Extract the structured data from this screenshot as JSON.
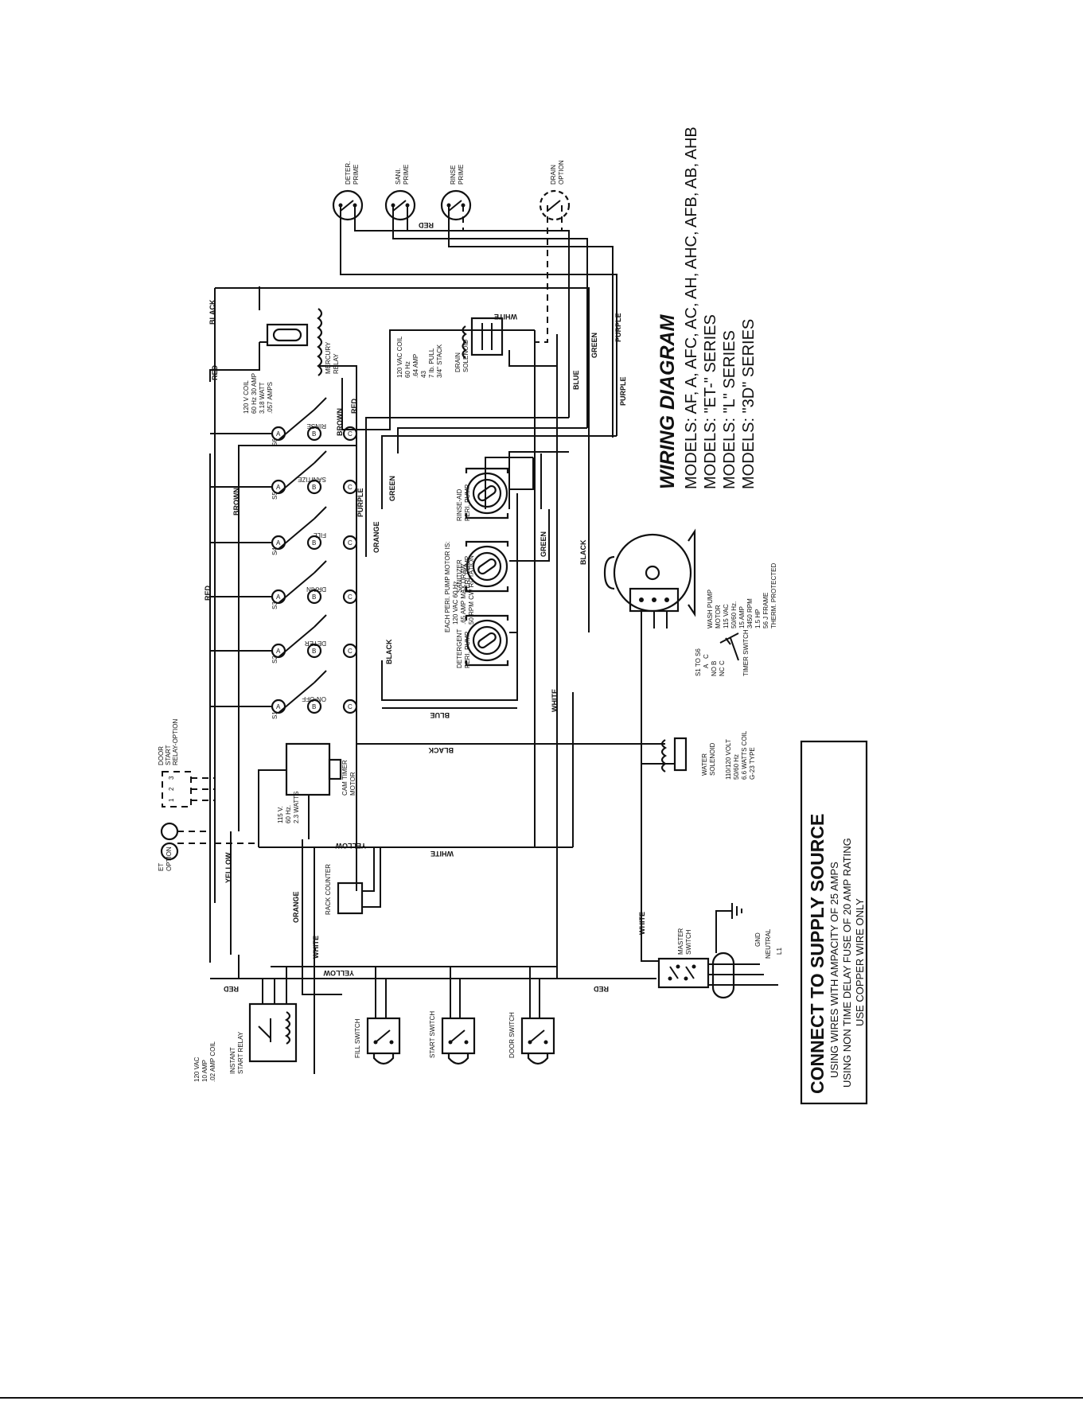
{
  "title": {
    "heading": "WIRING DIAGRAM",
    "models": [
      "MODELS: AF, A, AFC, AC, AH, AHC, AFB, AB, AHB",
      "MODELS: \"ET-\" SERIES",
      "MODELS: \"L\" SERIES",
      "MODELS: \"3D\" SERIES"
    ]
  },
  "supply": {
    "heading": "CONNECT TO SUPPLY SOURCE",
    "lines": [
      "USING WIRES WITH AMPACITY OF 25 AMPS",
      "USING NON TIME DELAY FUSE OF 20 AMP RATING",
      "USE COPPER WIRE ONLY"
    ]
  },
  "primes": {
    "deter": [
      "DETER.",
      "PRIME"
    ],
    "sani": [
      "SANI.",
      "PRIME"
    ],
    "rinse": [
      "RINSE",
      "PRIME"
    ],
    "drain": [
      "DRAIN",
      "OPTION"
    ]
  },
  "mercury_relay": {
    "name": [
      "MERCURY",
      "RELAY"
    ],
    "specs": [
      "120 V COIL",
      "60 Hz 30 AMP",
      "3.18 WATT",
      ".057 AMPS"
    ]
  },
  "drain_solenoid": {
    "name": [
      "DRAIN",
      "SOLENOID"
    ],
    "specs": [
      "120 VAC COIL",
      "60 Hz",
      ".64 AMP",
      "43",
      "7 lb. PULL",
      "3/4\" STACK"
    ]
  },
  "timer": {
    "switch_ids": [
      "S1",
      "S2",
      "S3",
      "S4",
      "S5",
      "S6"
    ],
    "cam_names": [
      "ON-OFF",
      "DETER",
      "DRAIN",
      "FILL",
      "SANITIZE",
      "RINSE"
    ],
    "contact_letters": [
      "A",
      "B",
      "C"
    ]
  },
  "pumps": {
    "note": [
      "EACH PERI. PUMP MOTOR IS:",
      "120 VAC 60 Hz",
      ".65 AMP MAX DRAW",
      "50 RPM CW ROTATION"
    ],
    "detergent": [
      "DETERGENT",
      "PERI. PUMP"
    ],
    "sanitizer": [
      "SANITIZER",
      "PERI. PUMP"
    ],
    "rinse_aid": [
      "RINSE-AID",
      "PERI. PUMP"
    ]
  },
  "wash_pump_motor": {
    "lines": [
      "WASH PUMP",
      "MOTOR",
      "115 VAC",
      "50/60 Hz.",
      "15 AMP",
      "3450 RPM",
      "1.5 HP",
      "56 J FRAME",
      "THERM. PROTECTED"
    ]
  },
  "timer_switch_legend": {
    "range": "S1 TO S6",
    "no": "NO",
    "nc": "NC",
    "b": "B",
    "c": "C",
    "a": "A",
    "name": "TIMER SWITCH"
  },
  "cam_timer_motor": {
    "name": [
      "CAM TIMER",
      "MOTOR"
    ],
    "specs": [
      "115 V.",
      "60 Hz.",
      "2.3 WATTS"
    ]
  },
  "door_start": [
    "DOOR",
    "START",
    "RELAY-OPTION"
  ],
  "et_option": [
    "ET",
    "OPTION"
  ],
  "terminals": [
    "1",
    "2",
    "3"
  ],
  "water_solenoid": {
    "name": [
      "WATER",
      "SOLENOID"
    ],
    "specs": [
      "110/120 VOLT",
      "50/60 Hz",
      "6.6 WATTS COIL",
      "G-23 TYPE"
    ]
  },
  "rack_counter": "RACK COUNTER",
  "instant_start_relay": {
    "name": [
      "INSTANT",
      "START RELAY"
    ],
    "specs": [
      "120 VAC",
      "10 AMP",
      ".02 AMP COIL"
    ]
  },
  "switches": {
    "fill": "FILL SWITCH",
    "start": "START SWITCH",
    "door": "DOOR SWITCH"
  },
  "master_switch": [
    "MASTER",
    "SWITCH"
  ],
  "supply_terms": [
    "GND",
    "NEUTRAL",
    "L1"
  ],
  "wires": {
    "red": "RED",
    "black": "BLACK",
    "brown": "BROWN",
    "purple": "PURPLE",
    "green": "GREEN",
    "blue": "BLUE",
    "white": "WHITE",
    "orange": "ORANGE",
    "yellow": "YELLOW"
  }
}
